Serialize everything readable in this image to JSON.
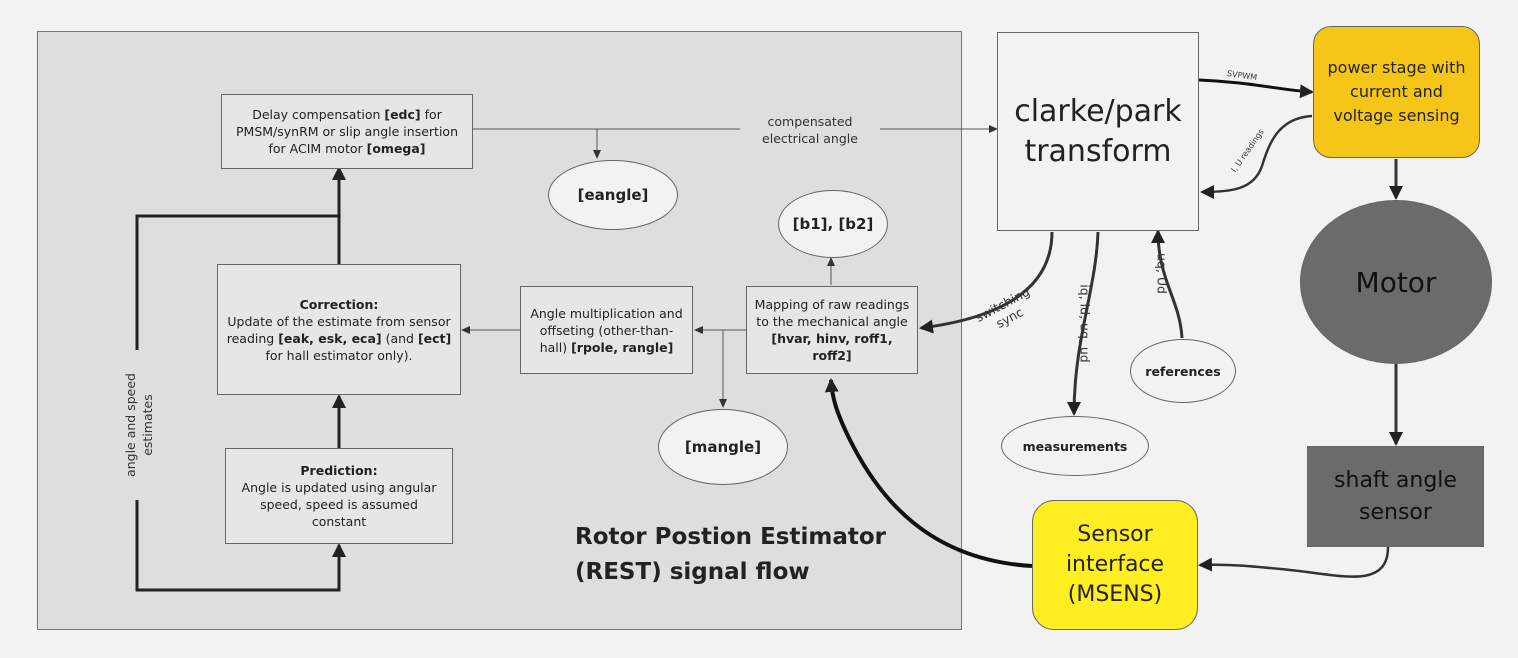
{
  "title": {
    "line1": "Rotor Postion Estimator",
    "line2": "(REST) signal flow"
  },
  "boxes": {
    "delay": {
      "pre": "Delay compensation ",
      "b1": "[edc]",
      "mid": " for PMSM/synRM or slip angle insertion for ACIM motor ",
      "b2": "[omega]"
    },
    "correction": {
      "head": "Correction:",
      "pre": "Update of the estimate from sensor reading ",
      "b1": "[eak, esk, eca]",
      "mid": " (and ",
      "b2": "[ect]",
      "post": " for hall estimator only)."
    },
    "prediction": {
      "head": "Prediction:",
      "body": "Angle is updated using angular speed, speed is assumed constant"
    },
    "multiply": {
      "pre": "Angle multiplication and offseting (other-than-hall) ",
      "b": "[rpole, rangle]"
    },
    "mapping": {
      "pre": "Mapping of raw readings to the mechanical angle ",
      "b": "[hvar, hinv, roff1, roff2]"
    },
    "clarke": "clarke/park transform",
    "power": "power stage with current and voltage sensing",
    "motor": "Motor",
    "shaft": "shaft angle sensor",
    "sensor": "Sensor interface (MSENS)"
  },
  "ellipses": {
    "eangle": "[eangle]",
    "b1b2": "[b1], [b2]",
    "mangle": "[mangle]",
    "references": "references",
    "measurements": "measurements"
  },
  "labels": {
    "compensated1": "compensated",
    "compensated2": "electrical angle",
    "estimates": "angle and speed estimates",
    "svpwm": "SVPWM",
    "iu_readings": "I, U readings",
    "switching1": "switching",
    "switching2": "sync",
    "iq_id": "iq, id, uq, ud",
    "uq_ud": "uq, Ud"
  },
  "colors": {
    "power_stage": "#f5c518",
    "sensor_interface": "#ffee22",
    "motor": "#6b6b6b",
    "shaft_sensor": "#6b6b6b",
    "rest_panel": "#dedede"
  }
}
